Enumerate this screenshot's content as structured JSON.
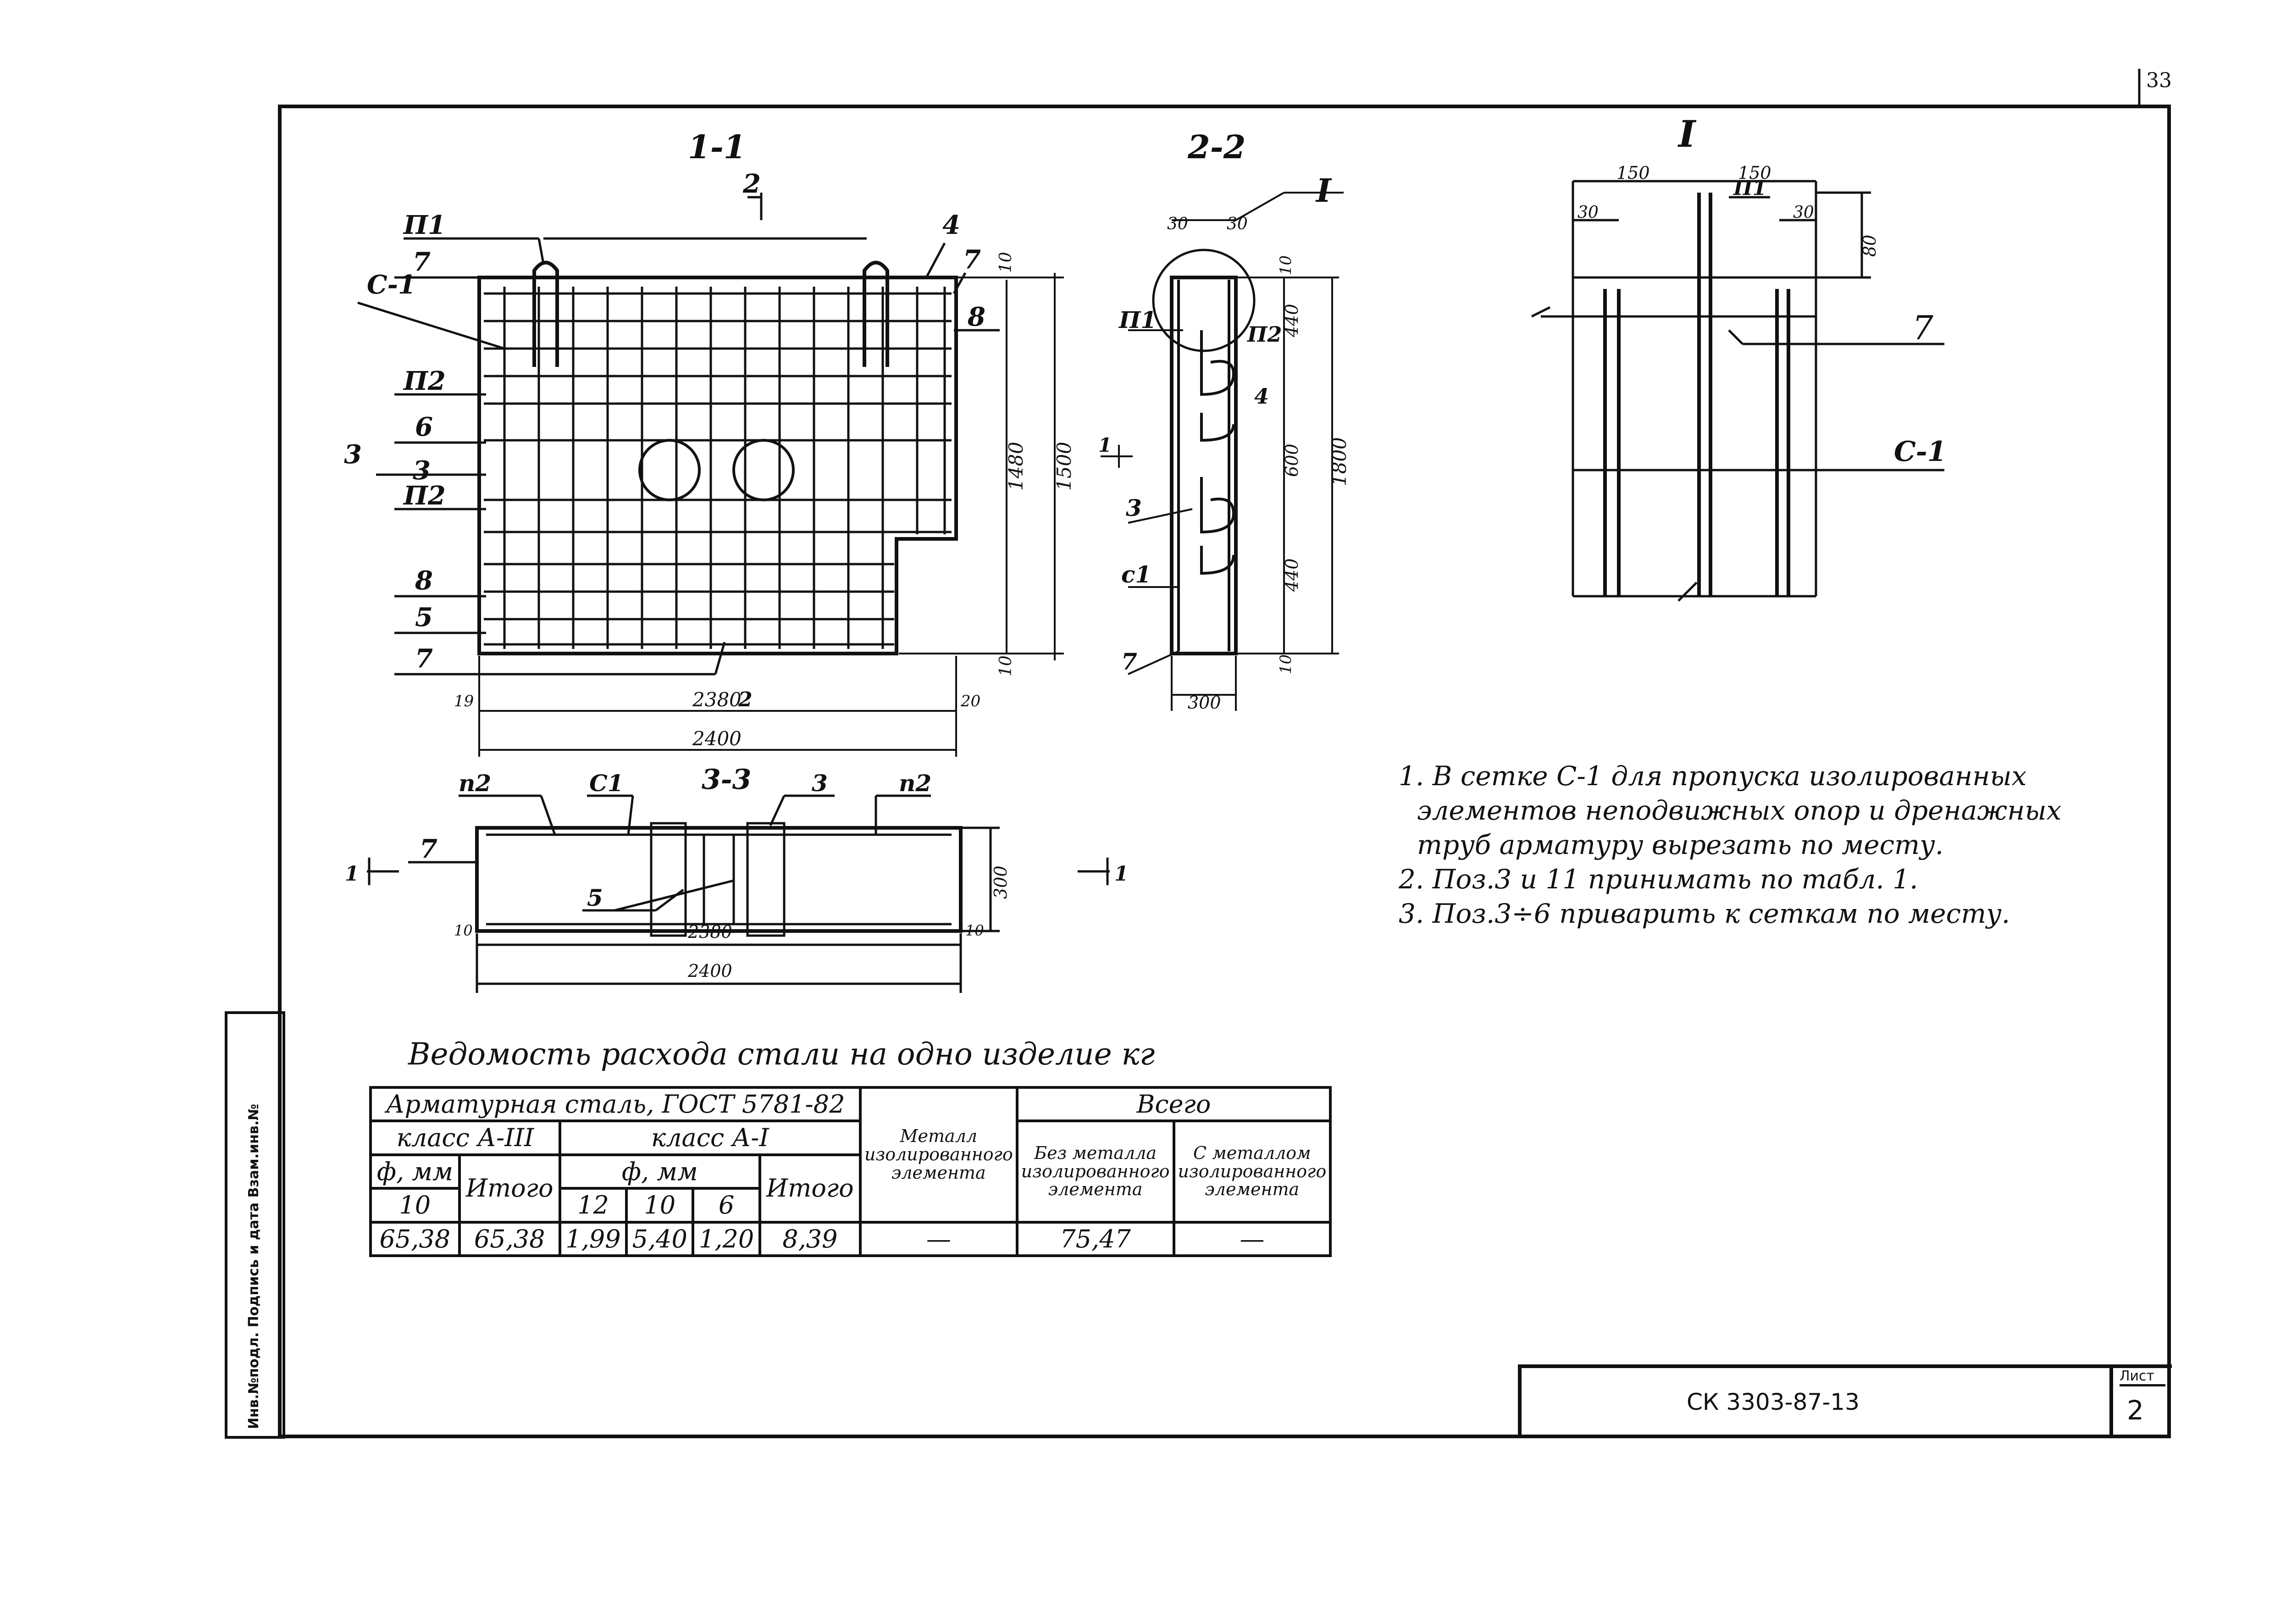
{
  "page_number": "33",
  "views": {
    "section_1_1": "1-1",
    "section_2_2": "2-2",
    "section_3_3": "3-3",
    "detail_I": "I"
  },
  "labels": {
    "p1": "П1",
    "p2": "П2",
    "p2b": "п2",
    "c1": "С-1",
    "c1b": "С1",
    "c1c": "с1",
    "c1d": "С-1",
    "n2": "2",
    "n3": "3",
    "n31": "3",
    "n4": "4",
    "n5": "5",
    "n6": "6",
    "n7": "7",
    "n8": "8",
    "n1": "1"
  },
  "dims": {
    "d10": "10",
    "d1480": "1480",
    "d1500": "1500",
    "d2380": "2380",
    "d2400": "2400",
    "d30": "30",
    "d440": "440",
    "d600": "600",
    "d1800": "1800",
    "d300": "300",
    "d150": "150",
    "d80": "80",
    "d2380b": "2380",
    "d2400b": "2400",
    "d19": "19",
    "d20": "20"
  },
  "notes": [
    "1. В сетке С-1 для пропуска изолированных",
    "элементов неподвижных опор и дренажных",
    "труб арматуру вырезать по месту.",
    "2. Поз.3 и 11 принимать по табл. 1.",
    "3. Поз.3÷6 приварить к сеткам по месту."
  ],
  "table": {
    "caption": "Ведомость расхода стали на одно изделие кг",
    "h_steel": "Арматурная сталь, ГОСТ 5781-82",
    "h_metal": "Металл изолированного элемента",
    "h_total": "Всего",
    "h_total_without": "Без металла изолированного элемента",
    "h_total_with": "С металлом изолированного элемента",
    "h_class_a3": "класс А-III",
    "h_class_a1": "класс А-I",
    "h_phi_mm": "ф, мм",
    "h_phi_mm2": "ф, мм",
    "h_itogo": "Итого",
    "h_itogo2": "Итого",
    "h_d10": "10",
    "h_d12": "12",
    "h_d10b": "10",
    "h_d6": "6",
    "v_a3_10": "65,38",
    "v_a3_total": "65,38",
    "v_a1_12": "1,99",
    "v_a1_10": "5,40",
    "v_a1_6": "1,20",
    "v_a1_total": "8,39",
    "v_metal": "—",
    "v_total_without": "75,47",
    "v_total_with": "—"
  },
  "stamp": {
    "code": "СК 3303-87-13",
    "sheet_label": "Лист",
    "sheet_number": "2"
  },
  "side_strip": "Инв.№подл. Подпись и дата Взам.инв.№"
}
